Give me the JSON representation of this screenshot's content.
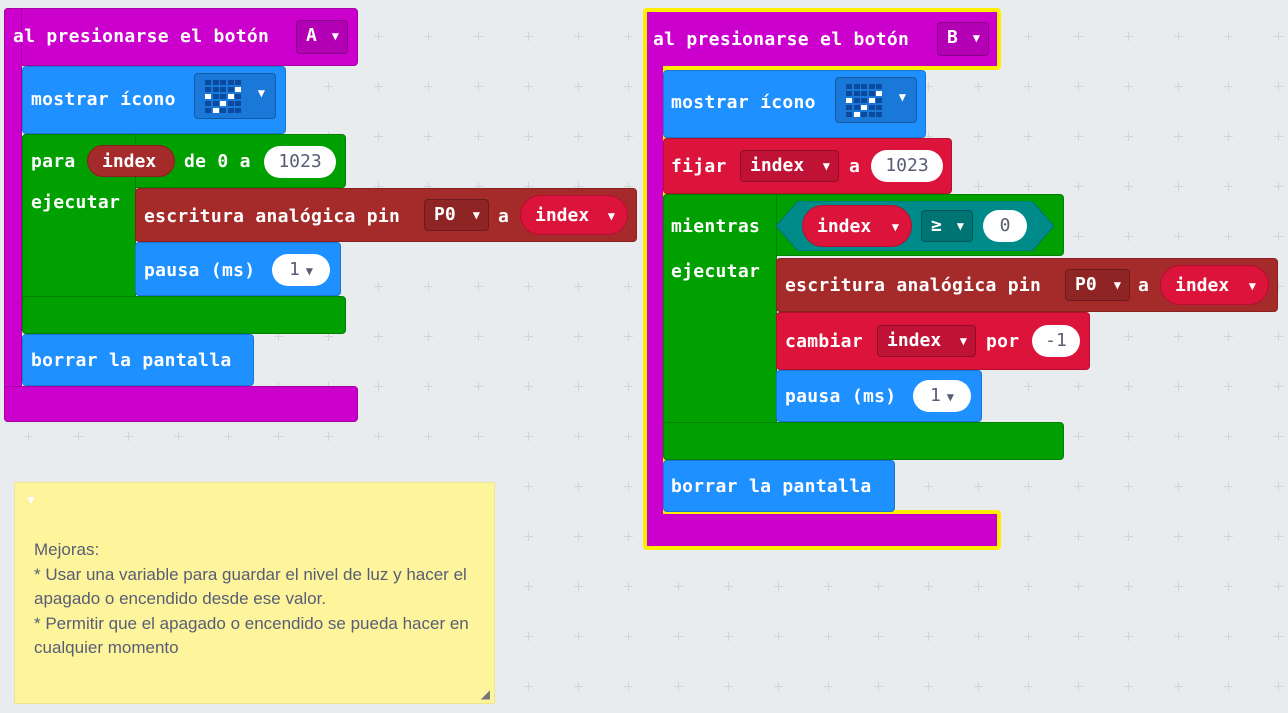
{
  "workspace": {
    "event_a": {
      "header": "al presionarse el botón",
      "button_option": "A",
      "show_icon_label": "mostrar ícono",
      "for_label": "para",
      "var_name": "index",
      "from_label": "de 0 a",
      "to_value": "1023",
      "do_label": "ejecutar",
      "analog_write_label": "escritura analógica pin",
      "pin_option": "P0",
      "to_label": "a",
      "analog_var": "index",
      "pause_label": "pausa (ms)",
      "pause_value": "1",
      "clear_label": "borrar la pantalla"
    },
    "event_b": {
      "header": "al presionarse el botón",
      "button_option": "B",
      "show_icon_label": "mostrar ícono",
      "set_label": "fijar",
      "set_var": "index",
      "set_to_label": "a",
      "set_value": "1023",
      "while_label": "mientras",
      "cond_var": "index",
      "cond_op": "≥",
      "cond_value": "0",
      "do_label": "ejecutar",
      "analog_write_label": "escritura analógica pin",
      "pin_option": "P0",
      "to_label": "a",
      "analog_var": "index",
      "change_label": "cambiar",
      "change_var": "index",
      "by_label": "por",
      "change_value": "-1",
      "pause_label": "pausa (ms)",
      "pause_value": "1",
      "clear_label": "borrar la pantalla"
    },
    "comment": {
      "text": "Mejoras:\n* Usar una variable para guardar el nivel de luz y hacer el apagado o encendido desde ese valor.\n* Permitir que el apagado o encendido se pueda hacer en cualquier momento"
    }
  },
  "icons": {
    "dropdown": "chevron-down-icon",
    "led_icon": "led-matrix-icon",
    "collapse": "collapse-triangle-icon",
    "resize": "resize-grip-icon"
  },
  "colors": {
    "event": "#cc00cc",
    "basic": "#1e90ff",
    "loops": "#00a000",
    "variables": "#dc143c",
    "pins": "#a52a2a",
    "logic": "#008b8b",
    "selected_outline": "#ffee00",
    "comment_bg": "#fef49c"
  }
}
